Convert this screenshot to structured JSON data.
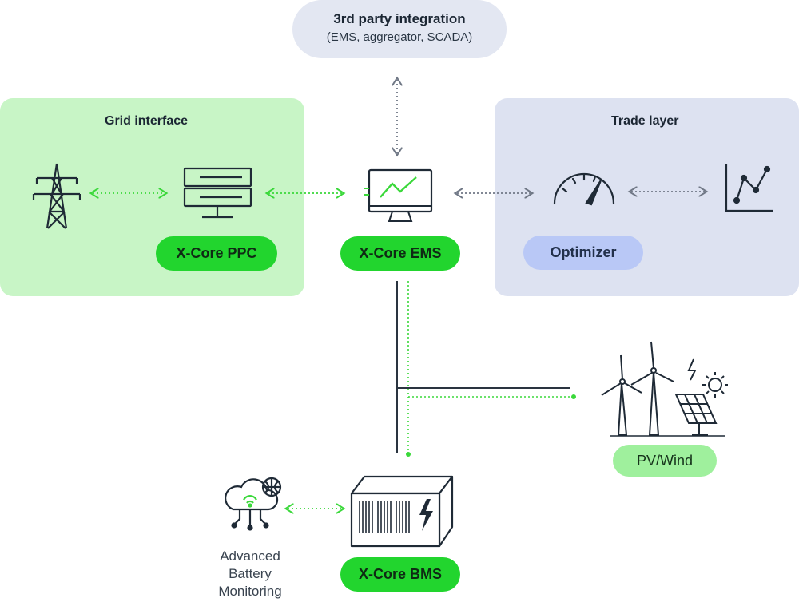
{
  "third_party": {
    "title": "3rd party integration",
    "subtitle": "(EMS, aggregator, SCADA)"
  },
  "grid_interface": {
    "title": "Grid interface",
    "ppc_label": "X-Core PPC"
  },
  "ems": {
    "label": "X-Core EMS"
  },
  "trade_layer": {
    "title": "Trade layer",
    "optimizer_label": "Optimizer"
  },
  "renewables": {
    "label": "PV/Wind"
  },
  "bms": {
    "label": "X-Core BMS"
  },
  "battery_monitoring": {
    "line1": "Advanced",
    "line2": "Battery",
    "line3": "Monitoring"
  },
  "colors": {
    "grid_panel": "#c8f5c6",
    "trade_panel": "#dde2f1",
    "accent_green": "#22d52e",
    "dotted_green": "#3ad83a",
    "dotted_gray": "#8a92a0",
    "stroke": "#1f2a36"
  }
}
